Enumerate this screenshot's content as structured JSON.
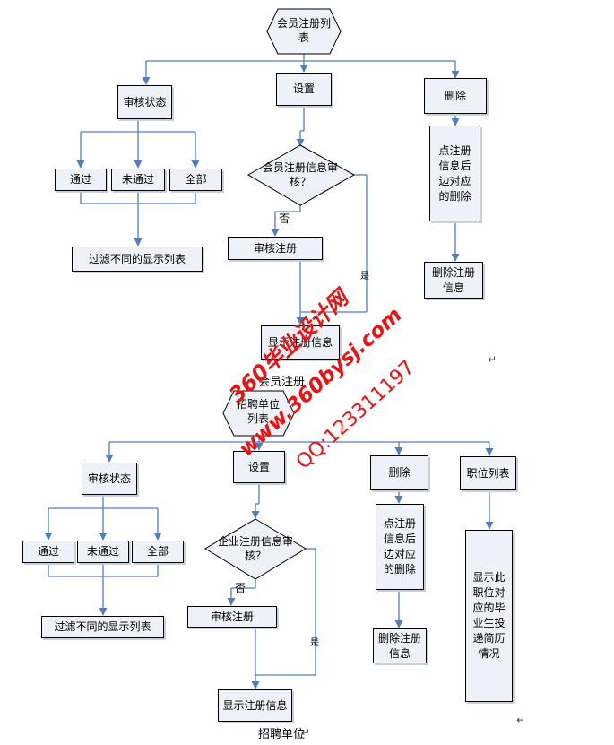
{
  "member_section": {
    "top_node": "会员注册列表",
    "review_status": "审核状态",
    "settings": "设置",
    "delete": "删除",
    "filter_pass": "通过",
    "filter_fail": "未通过",
    "filter_all": "全部",
    "filter_result": "过滤不同的显示列表",
    "decision": "会员注册信息审核？",
    "no_label": "否",
    "yes_label": "是",
    "review_register": "审核注册",
    "show_info": "显示注册信息",
    "delete_desc": "点注册信息后边对应的删除",
    "delete_info": "删除注册信息",
    "caption": "会员注册"
  },
  "employer_section": {
    "top_node": "招聘单位列表",
    "review_status": "审核状态",
    "settings": "设置",
    "delete": "删除",
    "job_list": "职位列表",
    "filter_pass": "通过",
    "filter_fail": "未通过",
    "filter_all": "全部",
    "filter_result": "过滤不同的显示列表",
    "decision": "企业注册信息审核？",
    "no_label": "否",
    "yes_label": "是",
    "review_register": "审核注册",
    "show_info": "显示注册信息",
    "delete_desc": "点注册信息后边对应的删除",
    "delete_info": "删除注册信息",
    "job_desc": "显示此职位对应的毕业生投递简历情况",
    "caption": "招聘单位"
  },
  "watermark": {
    "line1": "360毕业设计网",
    "line2": "www.360bysj.com",
    "line3": "QQ:123311197"
  },
  "paragraph_mark": "↵",
  "colors": {
    "connector": "#4f7fbf",
    "box_fill": "#eef1f7",
    "watermark": "#ee1111"
  }
}
